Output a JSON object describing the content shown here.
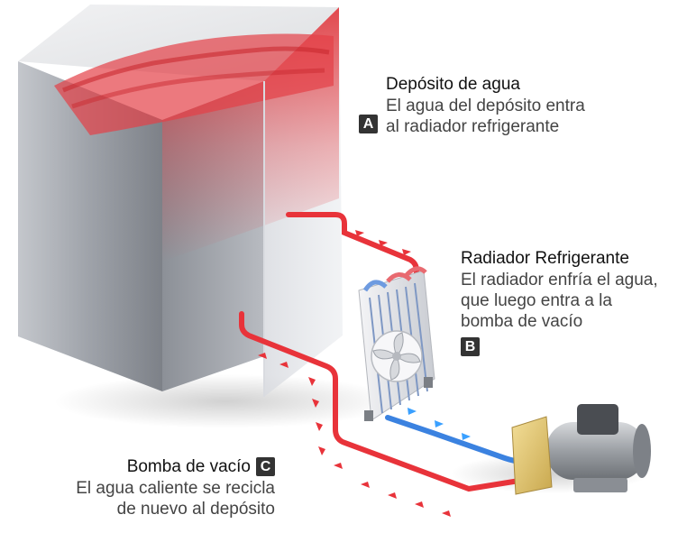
{
  "blocks": {
    "a": {
      "title": "Depósito de agua",
      "lines": [
        "El agua del depósito entra",
        "al radiador refrigerante"
      ],
      "badge": "A"
    },
    "b": {
      "title": "Radiador Refrigerante",
      "lines": [
        "El radiador enfría el agua,",
        "que luego entra a la",
        "bomba de vacío"
      ],
      "badge": "B"
    },
    "c": {
      "title": "Bomba de vacío",
      "lines": [
        "El agua caliente se recicla",
        "de nuevo al depósito"
      ],
      "badge": "C"
    }
  },
  "colors": {
    "hot_pipe": "#e8333a",
    "cold_pipe": "#3b82e0",
    "tank_steel": "#a9acb3",
    "badge_bg": "#333333"
  }
}
